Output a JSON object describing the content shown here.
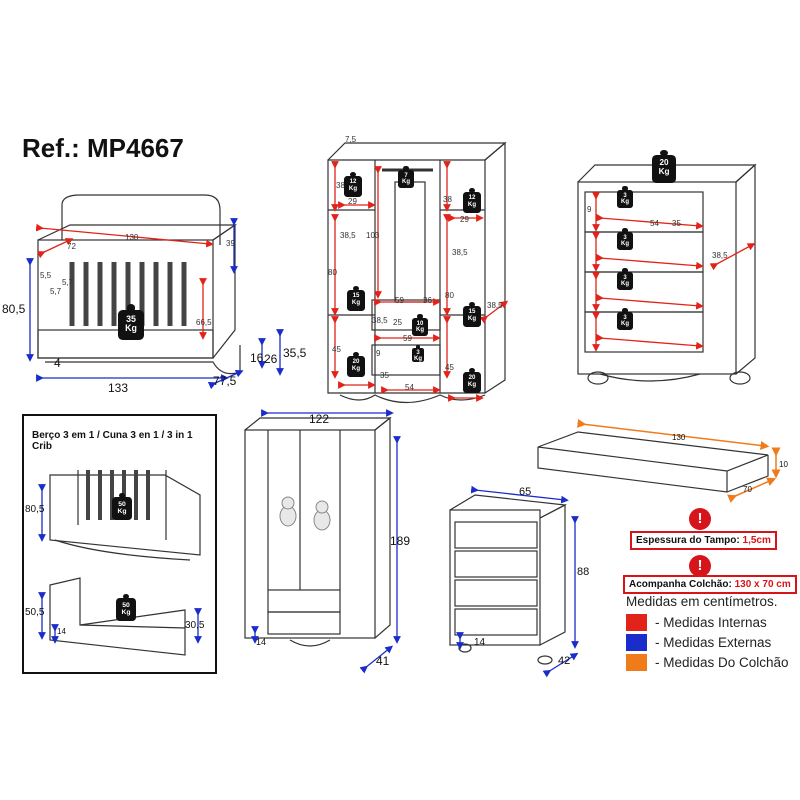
{
  "title": "Ref.: MP4667",
  "colors": {
    "internal": "#e2231a",
    "external": "#1a2cc9",
    "mattress": "#f07b1a",
    "warning": "#d7141a"
  },
  "crib": {
    "weight_kg": "35",
    "kg_unit": "Kg",
    "dims": {
      "top_width": "130",
      "headboard": "39",
      "inner_left": "72",
      "side_a": "5,5",
      "side_b": "5,7",
      "side_c": "5,7",
      "inner_height": "66,5",
      "total_height": "80,5",
      "base": "4",
      "total_width": "133",
      "depth": "77,5",
      "leg": "16",
      "side_h1": "26",
      "side_h2": "35,5"
    }
  },
  "wardrobe_open": {
    "dims": {
      "top": "7,5",
      "cell_h1": "38",
      "cell_w1": "29",
      "cell_h2": "38,5",
      "cell_h3": "80",
      "cell_h4": "45",
      "center_h": "103",
      "center_w": "59",
      "center_w2": "36",
      "drawer_h": "25",
      "drawer_w": "59",
      "drawer_h2": "9",
      "drawer_w2": "35",
      "drawer_w3": "54",
      "side_d": "38,5",
      "right_h1": "38",
      "right_w1": "29",
      "right_h2": "38,5",
      "right_h3": "80",
      "right_h4": "45"
    },
    "weights": [
      "12",
      "12",
      "7",
      "15",
      "15",
      "10",
      "20",
      "20",
      "3"
    ]
  },
  "dresser_open": {
    "top_weight": "20",
    "drawer_weights": [
      "3",
      "3",
      "3",
      "3"
    ],
    "dims": {
      "drawer_h": "9",
      "drawer_w": "54",
      "drawer_d": "35",
      "side_d": "38,5"
    }
  },
  "crib_modes": {
    "panel_title": "Berço 3 em 1 / Cuna 3 en 1 / 3 in 1 Crib",
    "mode1": {
      "weight": "50",
      "height": "80,5"
    },
    "mode2": {
      "weight": "50",
      "height": "50,5",
      "side": "30,5",
      "leg": "14"
    }
  },
  "wardrobe": {
    "width": "122",
    "height": "189",
    "depth": "41",
    "leg": "14"
  },
  "mattress": {
    "length": "130",
    "width": "70",
    "thickness": "10"
  },
  "dresser": {
    "width": "65",
    "height": "88",
    "depth": "42",
    "leg": "14"
  },
  "notes": {
    "top_thickness_label": "Espessura do Tampo:",
    "top_thickness_value": "1,5cm",
    "mattress_label": "Acompanha Colchão:",
    "mattress_value": "130 x 70 cm"
  },
  "legend": {
    "header": "Medidas em centímetros.",
    "items": [
      "- Medidas Internas",
      "- Medidas Externas",
      "- Medidas Do Colchão"
    ]
  }
}
